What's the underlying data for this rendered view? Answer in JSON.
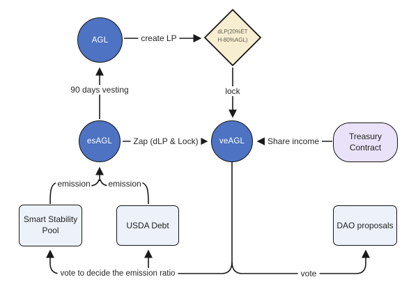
{
  "diagram": {
    "type": "flowchart",
    "nodes": {
      "agl": {
        "label": "AGL"
      },
      "esagl": {
        "label": "esAGL"
      },
      "veagl": {
        "label": "veAGL"
      },
      "dlp": {
        "line1": "dLP(20%ET",
        "line2": "H-80%AGL)"
      },
      "treasury": {
        "line1": "Treasury",
        "line2": "Contract"
      },
      "smart_pool": {
        "line1": "Smart Stability",
        "line2": "Pool"
      },
      "usda_debt": {
        "label": "USDA Debt"
      },
      "dao": {
        "label": "DAO proposals"
      }
    },
    "edges": {
      "create_lp": "create LP",
      "vesting": "90 days vesting",
      "lock": "lock",
      "zap": "Zap (dLP & Lock)",
      "share_income": "Share income",
      "emission_left": "emission",
      "emission_right": "emission",
      "vote_ratio": "vote to decide the emission ratio",
      "vote": "vote"
    },
    "colors": {
      "token_circle_fill": "#4d73c2",
      "diamond_fill": "#f7edd0",
      "treasury_fill": "#e9e2f8",
      "box_fill": "#edf2fa",
      "line": "#1a1a1a",
      "background": "#ffffff"
    }
  }
}
